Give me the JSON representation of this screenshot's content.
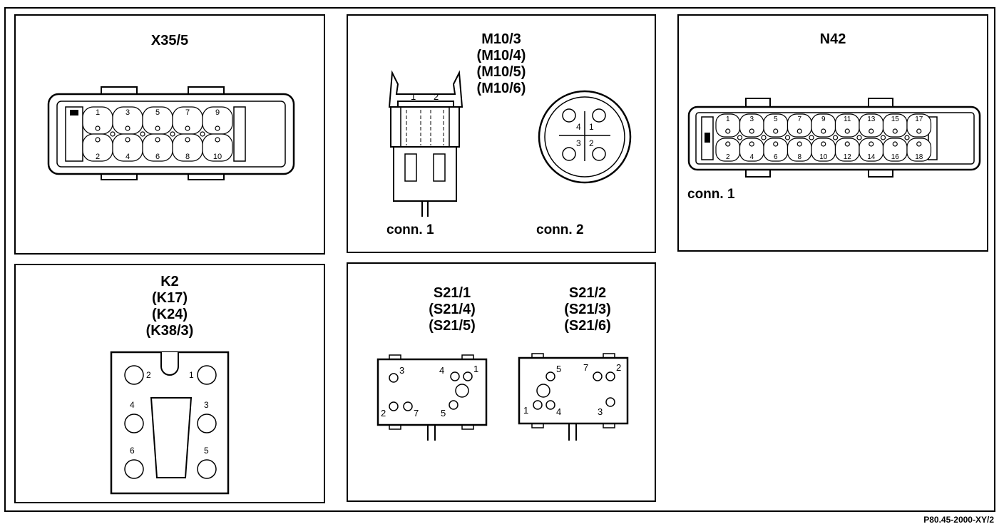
{
  "panels": {
    "x35": {
      "title": "X35/5",
      "pins_top": [
        "1",
        "3",
        "5",
        "7",
        "9"
      ],
      "pins_bottom": [
        "2",
        "4",
        "6",
        "8",
        "10"
      ]
    },
    "m10": {
      "title_lines": [
        "M10/3",
        "(M10/4)",
        "(M10/5)",
        "(M10/6)"
      ],
      "conn1_pins": [
        "1",
        "2"
      ],
      "conn2_pins": [
        "4",
        "1",
        "3",
        "2"
      ],
      "conn1_label": "conn. 1",
      "conn2_label": "conn. 2"
    },
    "n42": {
      "title": "N42",
      "pins_top": [
        "1",
        "3",
        "5",
        "7",
        "9",
        "11",
        "13",
        "15",
        "17"
      ],
      "pins_bottom": [
        "2",
        "4",
        "6",
        "8",
        "10",
        "12",
        "14",
        "16",
        "18"
      ],
      "conn_label": "conn. 1"
    },
    "k2": {
      "title_lines": [
        "K2",
        "(K17)",
        "(K24)",
        "(K38/3)"
      ],
      "pins": [
        "2",
        "1",
        "4",
        "3",
        "6",
        "5"
      ]
    },
    "s21": {
      "left": {
        "title_lines": [
          "S21/1",
          "(S21/4)",
          "(S21/5)"
        ],
        "pins": [
          "3",
          "4",
          "1",
          "2",
          "7",
          "5"
        ]
      },
      "right": {
        "title_lines": [
          "S21/2",
          "(S21/3)",
          "(S21/6)"
        ],
        "pins": [
          "5",
          "7",
          "2",
          "1",
          "4",
          "3"
        ]
      }
    }
  },
  "footer": {
    "reference": "P80.45-2000-XY/2"
  }
}
